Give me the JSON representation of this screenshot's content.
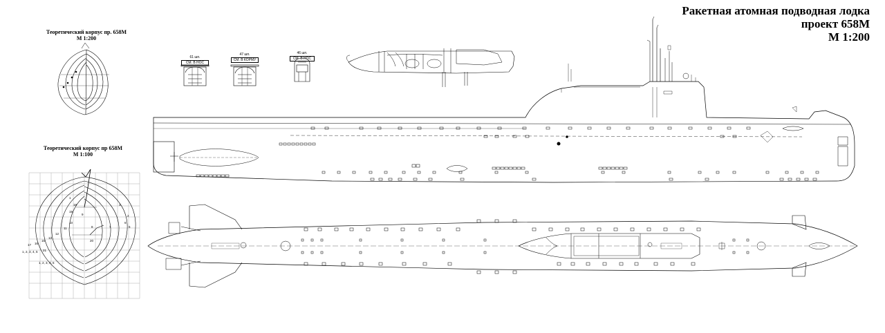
{
  "title": {
    "line1": "Ракетная атомная подводная лодка",
    "line2": "проект 658М",
    "line3": "М 1:200"
  },
  "hull_small": {
    "title": "Теоретический корпус пр. 658М",
    "scale": "М 1:200"
  },
  "hull_large": {
    "title": "Теоретический корпус пр 658М",
    "scale": "М 1:100"
  },
  "sections": [
    {
      "count": "61 шп.",
      "view": "СМ. В НОС"
    },
    {
      "count": "47 шп.",
      "view": "СМ. В КОРМУ"
    },
    {
      "count": "46 шп.",
      "view": "СМ. В НОС"
    }
  ],
  "frame_numbers": [
    "1",
    "2",
    "3",
    "5",
    "6",
    "7",
    "8",
    "9",
    "10",
    "11",
    "12",
    "13",
    "15",
    "16",
    "17",
    "18",
    "19",
    "20",
    "21",
    "1, 2, 3, 4, 5"
  ],
  "colors": {
    "line": "#000000",
    "grid": "#9a9a9a",
    "paper": "#ffffff"
  }
}
